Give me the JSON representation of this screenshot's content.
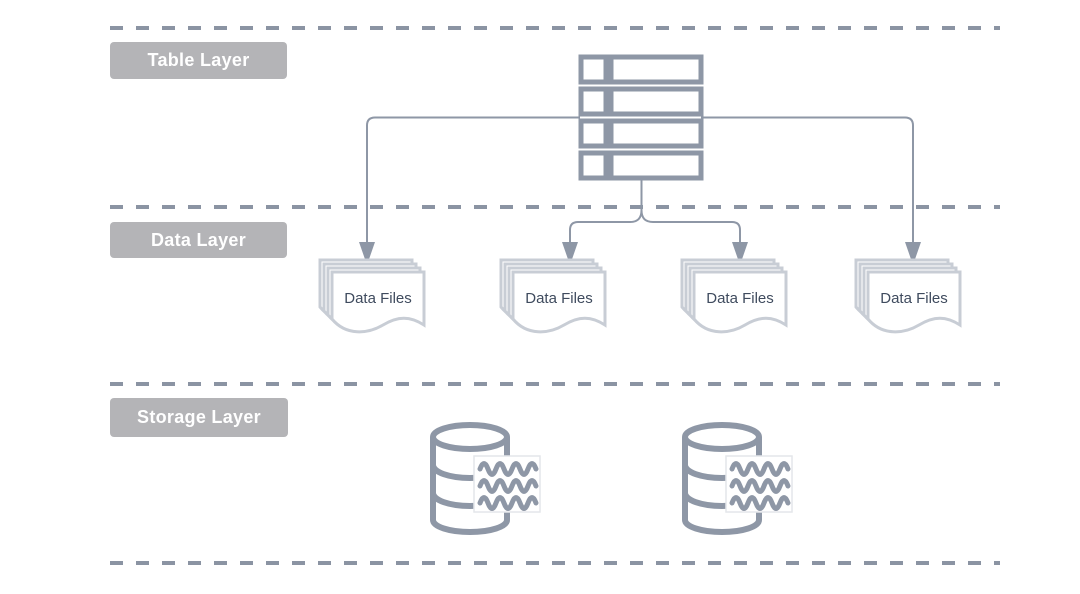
{
  "diagram": {
    "layers": [
      {
        "label": "Table Layer"
      },
      {
        "label": "Data Layer"
      },
      {
        "label": "Storage Layer"
      }
    ],
    "table_node": {
      "icon": "table-rows-icon"
    },
    "data_files": [
      {
        "label": "Data Files"
      },
      {
        "label": "Data Files"
      },
      {
        "label": "Data Files"
      },
      {
        "label": "Data Files"
      }
    ],
    "storage_nodes": [
      {
        "icon": "database-icon"
      },
      {
        "icon": "database-icon"
      }
    ],
    "colors": {
      "primary_stroke": "#8E97A6",
      "divider_stroke": "#8B94A3",
      "light_stroke": "#C8CDD5",
      "label_background": "#B4B4B7",
      "label_text": "#FFFFFF",
      "node_text": "#3F4B5E",
      "canvas_background": "#FFFFFF"
    }
  }
}
